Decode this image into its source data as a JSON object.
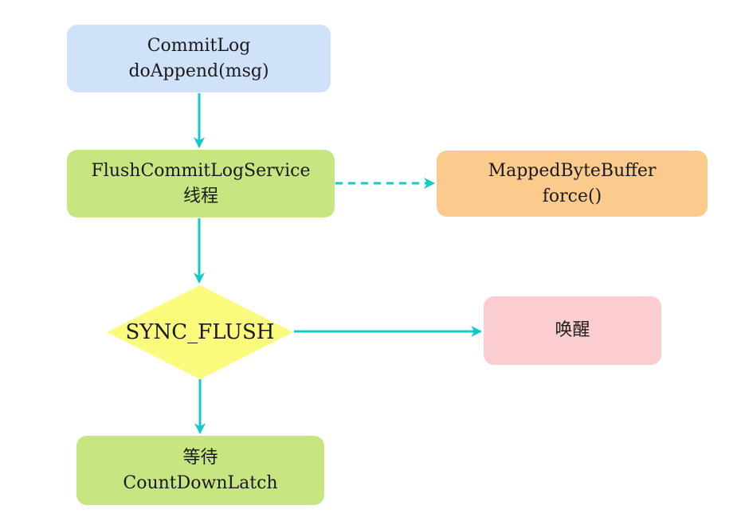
{
  "diagram": {
    "background_color": "#ffffff",
    "arrow_color": "#10cbc9",
    "text_color": "#1a1a1a",
    "nodes": {
      "commitlog": {
        "line1": "CommitLog",
        "line2": "doAppend(msg)",
        "shape": "rounded-rect",
        "color": "#cfe2f9"
      },
      "flush_service": {
        "line1": "FlushCommitLogService",
        "line2": "线程",
        "shape": "rounded-rect",
        "color": "#c7e581"
      },
      "mapped_byte_buffer": {
        "line1": "MappedByteBuffer",
        "line2": "force()",
        "shape": "rounded-rect",
        "color": "#fbca8d"
      },
      "sync_flush": {
        "label": "SYNC_FLUSH",
        "shape": "diamond",
        "color": "#fafa7d"
      },
      "wake": {
        "label": "唤醒",
        "shape": "rounded-rect",
        "color": "#fbcdd0"
      },
      "wait_latch": {
        "line1": "等待",
        "line2": "CountDownLatch",
        "shape": "rounded-rect",
        "color": "#c7e581"
      }
    },
    "edges": [
      {
        "from": "commitlog",
        "to": "flush_service",
        "style": "solid",
        "direction": "down"
      },
      {
        "from": "flush_service",
        "to": "mapped_byte_buffer",
        "style": "dashed",
        "direction": "right"
      },
      {
        "from": "flush_service",
        "to": "sync_flush",
        "style": "solid",
        "direction": "down"
      },
      {
        "from": "sync_flush",
        "to": "wake",
        "style": "solid",
        "direction": "right"
      },
      {
        "from": "sync_flush",
        "to": "wait_latch",
        "style": "solid",
        "direction": "down"
      }
    ]
  }
}
